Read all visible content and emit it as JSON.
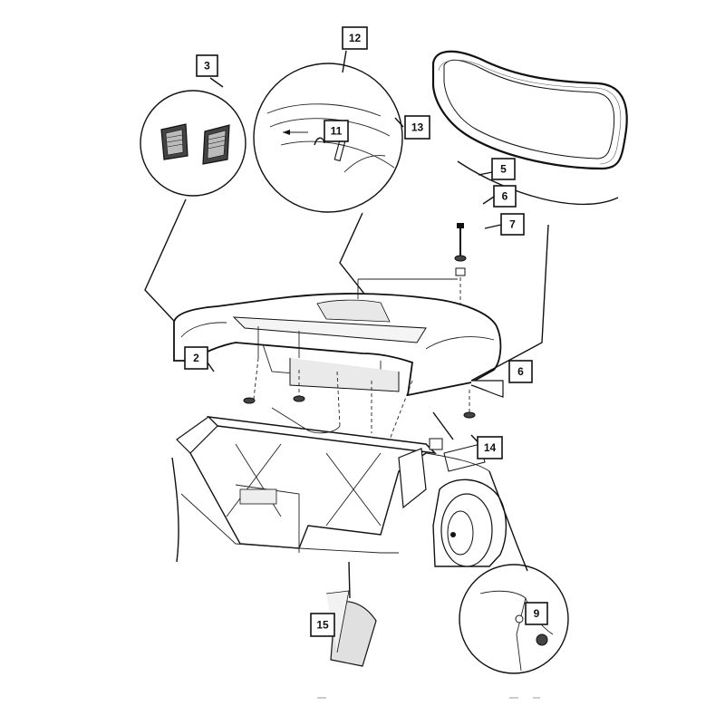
{
  "callouts": {
    "c2": "2",
    "c3": "3",
    "c5": "5",
    "c6a": "6",
    "c6b": "6",
    "c7": "7",
    "c9": "9",
    "c11": "11",
    "c12": "12",
    "c13": "13",
    "c14": "14",
    "c15": "15"
  },
  "icons": {
    "magnifier_left": "detail-circle-vent-panels",
    "magnifier_top": "detail-circle-hinge",
    "magnifier_bottom_right": "detail-circle-nut",
    "wheel": "wheel-illustration"
  }
}
